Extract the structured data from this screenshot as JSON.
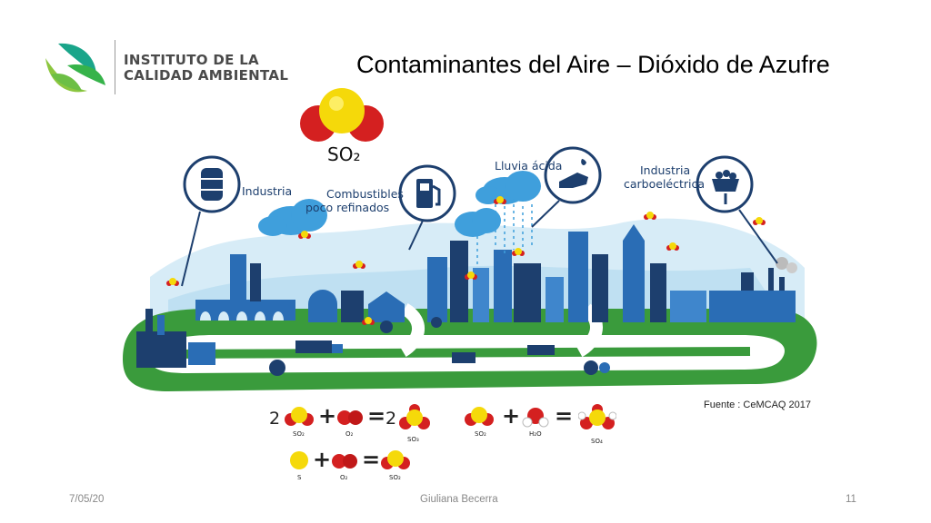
{
  "logo": {
    "line1": "INSTITUTO DE LA",
    "line2": "CALIDAD AMBIENTAL"
  },
  "title": "Contaminantes del Aire – Dióxido de Azufre",
  "molecule": {
    "so2_label": "SO₂"
  },
  "illustration": {
    "labels": {
      "industria": "Industria",
      "combustibles_1": "Combustibles",
      "combustibles_2": "poco refinados",
      "lluvia": "Lluvia ácida",
      "carbo_1": "Industria",
      "carbo_2": "carboeléctrica"
    },
    "colors": {
      "road_green": "#3a9b3c",
      "sky": "#cfe7f4",
      "city_blue": "#2a6db5",
      "navy": "#1d3f6e",
      "sulfur": "#f5d90a",
      "oxygen": "#d42020"
    }
  },
  "source": "Fuente : CeMCAQ 2017",
  "equations": {
    "eq1": {
      "coef1": "2",
      "plus": "+",
      "equals": "=",
      "coef2": "2",
      "sub_a": "SO₂",
      "sub_b": "O₂",
      "sub_c": "SO₃"
    },
    "eq2": {
      "plus": "+",
      "equals": "=",
      "sub_a": "SO₂",
      "sub_b": "H₂O",
      "sub_c": "SO₄"
    },
    "eq3": {
      "plus": "+",
      "equals": "=",
      "sub_a": "S",
      "sub_b": "O₂",
      "sub_c": "SO₂"
    }
  },
  "footer": {
    "date": "7/05/20",
    "author": "Giuliana Becerra",
    "page": "11"
  }
}
